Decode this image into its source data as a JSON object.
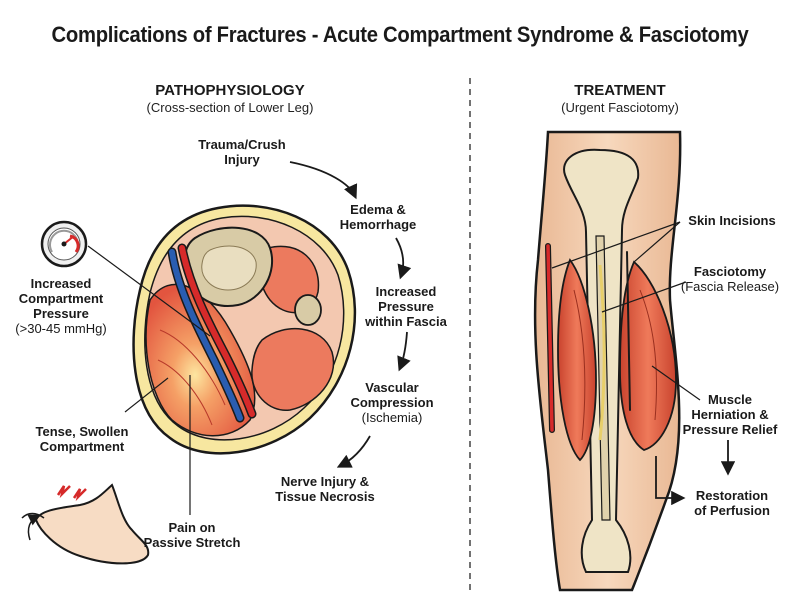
{
  "title": "Complications of Fractures - Acute Compartment Syndrome & Fasciotomy",
  "left_panel": {
    "heading": "PATHOPHYSIOLOGY",
    "subheading": "(Cross-section of Lower Leg)",
    "flow": [
      {
        "lines": [
          "Trauma/Crush",
          "Injury"
        ]
      },
      {
        "lines": [
          "Edema &",
          "Hemorrhage"
        ]
      },
      {
        "lines": [
          "Increased",
          "Pressure",
          "within Fascia"
        ]
      },
      {
        "lines": [
          "Vascular",
          "Compression"
        ],
        "note": "(Ischemia)"
      },
      {
        "lines": [
          "Nerve Injury &",
          "Tissue Necrosis"
        ]
      }
    ],
    "pressure_label": {
      "lines": [
        "Increased",
        "Compartment",
        "Pressure"
      ],
      "note": "(>30-45 mmHg)"
    },
    "swollen_label": {
      "lines": [
        "Tense, Swollen",
        "Compartment"
      ]
    },
    "pain_label": {
      "lines": [
        "Pain on",
        "Passive Stretch"
      ]
    }
  },
  "right_panel": {
    "heading": "TREATMENT",
    "subheading": "(Urgent Fasciotomy)",
    "skin_label": "Skin Incisions",
    "fasciotomy_label": {
      "lines": [
        "Fasciotomy"
      ],
      "note": "(Fascia Release)"
    },
    "herniation_label": {
      "lines": [
        "Muscle",
        "Herniation &",
        "Pressure Relief"
      ]
    },
    "restoration_label": {
      "lines": [
        "Restoration",
        "of Perfusion"
      ]
    }
  },
  "colors": {
    "skin": "#f5d9b8",
    "fat": "#f7e7a0",
    "muscle": "#e8634a",
    "bone": "#e8dcc0",
    "artery": "#d62a2a",
    "vein": "#2a5db0",
    "outline": "#1a1a1a"
  }
}
